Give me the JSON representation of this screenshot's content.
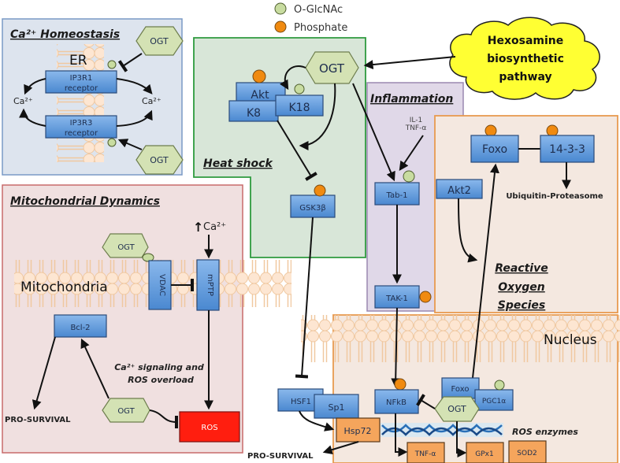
{
  "legend": {
    "items": [
      {
        "label": "O-GlcNAc",
        "color": "#c8dca0"
      },
      {
        "label": "Phosphate",
        "color": "#f08a10"
      }
    ]
  },
  "cloud": {
    "line1": "Hexosamine",
    "line2": "biosynthetic",
    "line3": "pathway",
    "color": "#ffff33"
  },
  "panels": {
    "ca": {
      "title": "Ca²⁺ Homeostasis",
      "bg": "#dde4ee",
      "border": "#7a9ac6"
    },
    "heat": {
      "title": "Heat shock",
      "bg": "#d8e6d8",
      "border": "#2e9a3e"
    },
    "inflam": {
      "title": "Inflammation",
      "bg": "#e0d8e8",
      "border": "#9a88b0"
    },
    "mito": {
      "title": "Mitochondrial Dynamics",
      "bg": "#f0e0e0",
      "border": "#c86a6a"
    },
    "ros": {
      "title1": "Reactive",
      "title2": "Oxygen",
      "title3": "Species",
      "bg": "#f4e8e0",
      "border": "#e89a50"
    }
  },
  "ca": {
    "er_label": "ER",
    "ip3r1": {
      "line1": "IP3R1",
      "line2": "receptor"
    },
    "ip3r3": {
      "line1": "IP3R3",
      "line2": "receptor"
    },
    "ca_left": "Ca²⁺",
    "ca_right": "Ca²⁺",
    "ogt_top": "OGT",
    "ogt_bottom": "OGT"
  },
  "heat": {
    "ogt": "OGT",
    "akt": "Akt",
    "k8": "K8",
    "k18": "K18",
    "gsk3b": "GSK3β"
  },
  "inflam": {
    "cytokines1": "IL-1",
    "cytokines2": "TNF-α",
    "tab1": "Tab-1",
    "tak1": "TAK-1"
  },
  "mito": {
    "ogt_top": "OGT",
    "ca_up": "Ca²⁺",
    "membrane_label": "Mitochondria",
    "vdac": "VDAC",
    "mptp": "mPTP",
    "bcl2": "Bcl-2",
    "signaling1": "Ca²⁺ signaling and",
    "signaling2": "ROS overload",
    "ogt_bottom": "OGT",
    "ros": "ROS",
    "pro_survival": "PRO-SURVIVAL"
  },
  "ros": {
    "foxo": "Foxo",
    "p1433": "14-3-3",
    "ubiquitin": "Ubiquitin-Proteasome",
    "akt2": "Akt2",
    "nucleus_label": "Nucleus"
  },
  "nucleus": {
    "hsf1": "HSF1",
    "sp1": "Sp1",
    "hsp72": "Hsp72",
    "nfkb": "NFkB",
    "foxo": "Foxo",
    "pgc1a": "PGC1α",
    "ogt": "OGT",
    "ros_enzymes": "ROS enzymes",
    "tnfa": "TNF-α",
    "gpx1": "GPx1",
    "sod2": "SOD2",
    "pro_survival": "PRO-SURVIVAL"
  }
}
